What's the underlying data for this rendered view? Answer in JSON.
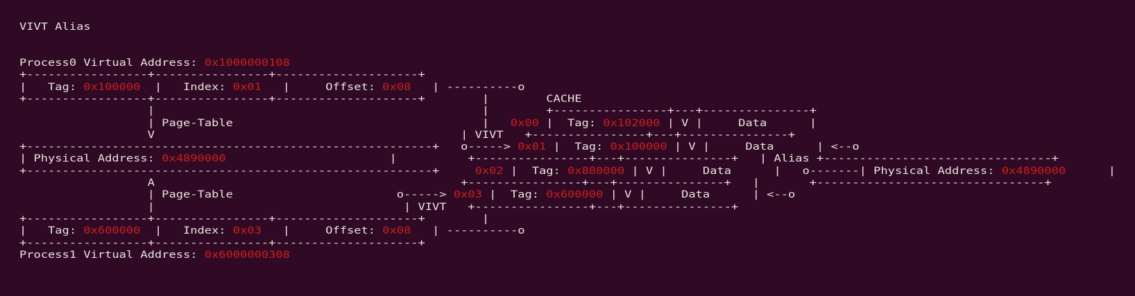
{
  "terminal": {
    "background": "#300a24",
    "foreground": "#e8e4e0",
    "accent": "#cc1f1f",
    "title": "VIVT Alias"
  },
  "diagram": {
    "title": "VIVT Alias",
    "process0": {
      "label": "Process0 Virtual Address:",
      "address": "0x1000000108",
      "fields": [
        {
          "label": "Tag:",
          "value": "0x100000"
        },
        {
          "label": "Index:",
          "value": "0x01"
        },
        {
          "label": "Offset:",
          "value": "0x08"
        }
      ]
    },
    "process1": {
      "label": "Process1 Virtual Address:",
      "address": "0x6000000308",
      "fields": [
        {
          "label": "Tag:",
          "value": "0x600000"
        },
        {
          "label": "Index:",
          "value": "0x03"
        },
        {
          "label": "Offset:",
          "value": "0x08"
        }
      ]
    },
    "page_table_label": "Page-Table",
    "vivt_label": "VIVT",
    "alias_label": "Alias",
    "physical_address_left": {
      "label": "Physical Address:",
      "value": "0x4890000"
    },
    "physical_address_right": {
      "label": "Physical Address:",
      "value": "0x4890000"
    },
    "cache": {
      "title": "CACHE",
      "columns": [
        "Tag",
        "V",
        "Data"
      ],
      "rows": [
        {
          "index": "0x00",
          "tag_label": "Tag:",
          "tag": "0x102000",
          "valid": "V",
          "data": "Data",
          "arrow_in": false,
          "arrow_out": false
        },
        {
          "index": "0x01",
          "tag_label": "Tag:",
          "tag": "0x100000",
          "valid": "V",
          "data": "Data",
          "arrow_in": true,
          "arrow_out": true
        },
        {
          "index": "0x02",
          "tag_label": "Tag:",
          "tag": "0x880000",
          "valid": "V",
          "data": "Data",
          "arrow_in": false,
          "arrow_out": false
        },
        {
          "index": "0x03",
          "tag_label": "Tag:",
          "tag": "0x600000",
          "valid": "V",
          "data": "Data",
          "arrow_in": true,
          "arrow_out": true
        }
      ]
    }
  },
  "lines": [
    [
      {
        "t": "VIVT Alias",
        "c": "p"
      }
    ],
    [],
    [],
    [
      {
        "t": "Process0 Virtual Address: ",
        "c": "p"
      },
      {
        "t": "0x1000000108",
        "c": "h"
      }
    ],
    [
      {
        "t": "+-----------------+----------------+--------------------+",
        "c": "p"
      }
    ],
    [
      {
        "t": "|   Tag: ",
        "c": "p"
      },
      {
        "t": "0x100000",
        "c": "h"
      },
      {
        "t": "  |   Index: ",
        "c": "p"
      },
      {
        "t": "0x01",
        "c": "h"
      },
      {
        "t": "   |     Offset: ",
        "c": "p"
      },
      {
        "t": "0x08",
        "c": "h"
      },
      {
        "t": "   | ----------o",
        "c": "p"
      }
    ],
    [
      {
        "t": "+-----------------+----------------+--------------------+        |        CACHE",
        "c": "p"
      }
    ],
    [
      {
        "t": "                  |                                              |        +----------------+---+---------------+",
        "c": "p"
      }
    ],
    [
      {
        "t": "                  | Page-Table                                   |   ",
        "c": "p"
      },
      {
        "t": "0x00",
        "c": "h"
      },
      {
        "t": " |  Tag: ",
        "c": "p"
      },
      {
        "t": "0x102000",
        "c": "h"
      },
      {
        "t": " | V |     Data      |",
        "c": "p"
      }
    ],
    [
      {
        "t": "                  V                                           | VIVT   +----------------+---+---------------+",
        "c": "p"
      }
    ],
    [
      {
        "t": "+---------------------------------------------------------+   o-----> ",
        "c": "p"
      },
      {
        "t": "0x01",
        "c": "h"
      },
      {
        "t": " |  Tag: ",
        "c": "p"
      },
      {
        "t": "0x100000",
        "c": "h"
      },
      {
        "t": " | V |     Data      | <--o",
        "c": "p"
      }
    ],
    [
      {
        "t": "| Physical Address: ",
        "c": "p"
      },
      {
        "t": "0x4890000",
        "c": "h"
      },
      {
        "t": "                       |          +----------------+---+---------------+   | Alias +--------------------------------+",
        "c": "p"
      }
    ],
    [
      {
        "t": "+---------------------------------------------------------+     ",
        "c": "p"
      },
      {
        "t": "0x02",
        "c": "h"
      },
      {
        "t": " |  Tag: ",
        "c": "p"
      },
      {
        "t": "0x880000",
        "c": "h"
      },
      {
        "t": " | V |     Data      |   o-------| Physical Address: ",
        "c": "p"
      },
      {
        "t": "0x4890000",
        "c": "h"
      },
      {
        "t": "      |",
        "c": "p"
      }
    ],
    [
      {
        "t": "                  A                                           +----------------+---+---------------+   |       +--------------------------------+",
        "c": "p"
      }
    ],
    [
      {
        "t": "                  | Page-Table                       o-----> ",
        "c": "p"
      },
      {
        "t": "0x03",
        "c": "h"
      },
      {
        "t": " |  Tag: ",
        "c": "p"
      },
      {
        "t": "0x600000",
        "c": "h"
      },
      {
        "t": " | V |     Data      | <--o",
        "c": "p"
      }
    ],
    [
      {
        "t": "                  |                                   | VIVT   +----------------+---+---------------+",
        "c": "p"
      }
    ],
    [
      {
        "t": "+-----------------+----------------+--------------------+        |",
        "c": "p"
      }
    ],
    [
      {
        "t": "|   Tag: ",
        "c": "p"
      },
      {
        "t": "0x600000",
        "c": "h"
      },
      {
        "t": "  |   Index: ",
        "c": "p"
      },
      {
        "t": "0x03",
        "c": "h"
      },
      {
        "t": "   |     Offset: ",
        "c": "p"
      },
      {
        "t": "0x08",
        "c": "h"
      },
      {
        "t": "   | ----------o",
        "c": "p"
      }
    ],
    [
      {
        "t": "+-----------------+----------------+--------------------+",
        "c": "p"
      }
    ],
    [
      {
        "t": "Process1 Virtual Address: ",
        "c": "p"
      },
      {
        "t": "0x6000000308",
        "c": "h"
      }
    ]
  ]
}
